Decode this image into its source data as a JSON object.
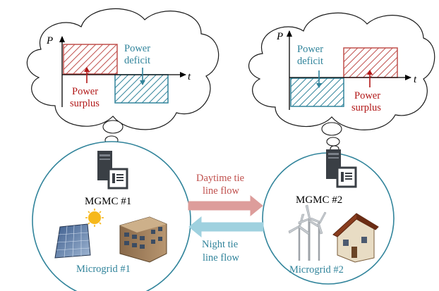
{
  "axes": {
    "y_label": "P",
    "x_label": "t"
  },
  "microgrid_1": {
    "controller_label": "MGMC #1",
    "name": "Microgrid #1",
    "surplus_label_line1": "Power",
    "surplus_label_line2": "surplus",
    "deficit_label_line1": "Power",
    "deficit_label_line2": "deficit"
  },
  "microgrid_2": {
    "controller_label": "MGMC #2",
    "name": "Microgrid #2",
    "surplus_label_line1": "Power",
    "surplus_label_line2": "surplus",
    "deficit_label_line1": "Power",
    "deficit_label_line2": "deficit"
  },
  "flows": {
    "day_line1": "Daytime tie",
    "day_line2": "line flow",
    "night_line1": "Night tie",
    "night_line2": "line flow"
  },
  "icons": [
    "cloud-icon",
    "server-icon",
    "solar-panel-icon",
    "sun-icon",
    "office-building-icon",
    "wind-turbine-icon",
    "house-icon"
  ],
  "colors": {
    "surplus": "#c0504d",
    "deficit": "#31849b",
    "day_arrow": "#dd9d9b",
    "night_arrow": "#9fd1df"
  }
}
